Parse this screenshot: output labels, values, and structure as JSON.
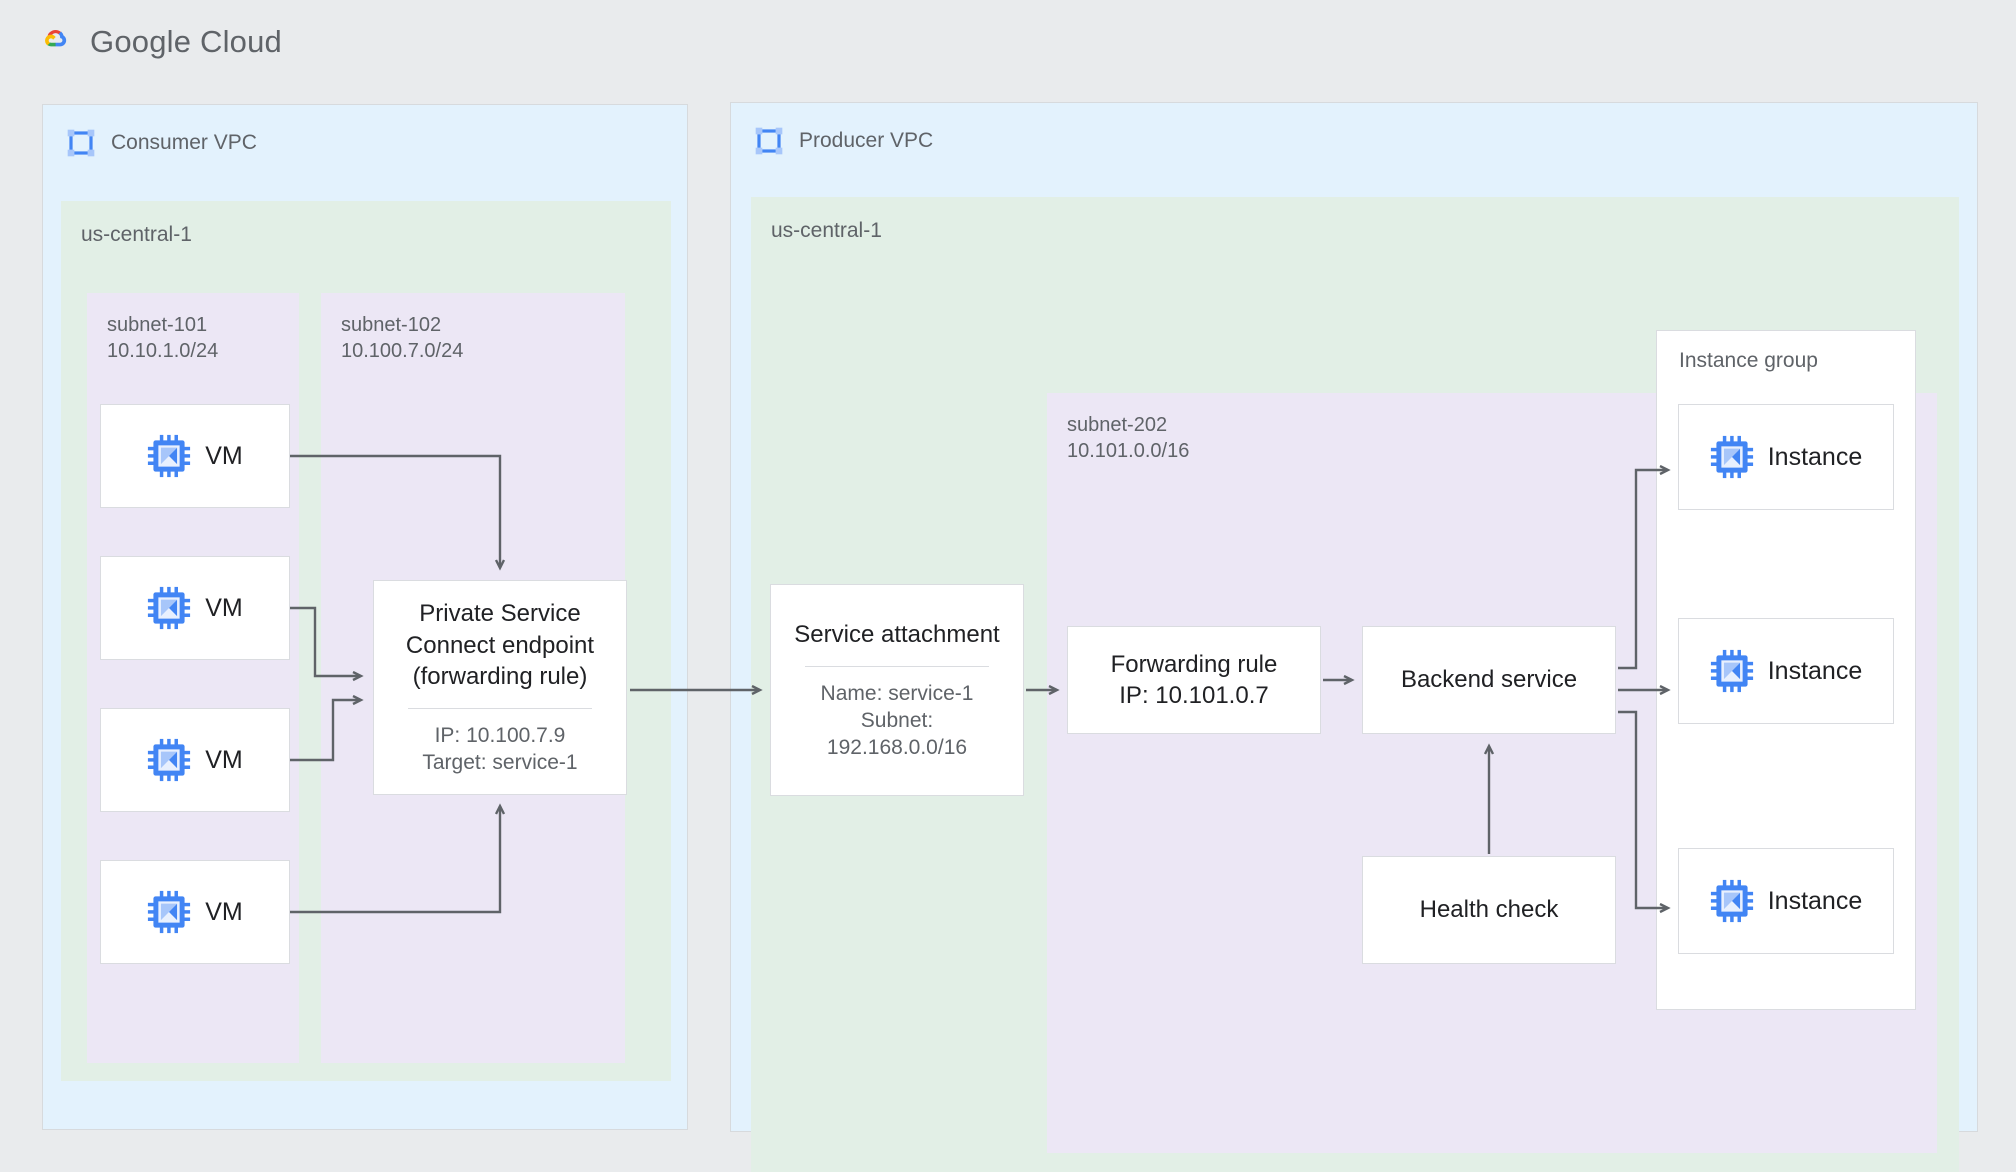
{
  "brand": {
    "wordmark": "Google Cloud",
    "logo_icon": "google-cloud-logo",
    "colors": {
      "red": "#ea4335",
      "yellow": "#fbbc04",
      "green": "#34a853",
      "blue": "#4285f4"
    }
  },
  "palette": {
    "page_background": "#e9ebed",
    "vpc_fill": "#e3f2fd",
    "region_fill": "#e2efe6",
    "subnet_fill": "#ece7f5",
    "node_fill": "#ffffff",
    "border": "#dadce0",
    "text_primary": "#202124",
    "text_secondary": "#5f6368",
    "connector": "#5f6368",
    "icon_blue": "#4285f4",
    "icon_blue_light": "#a7c6fa"
  },
  "consumer": {
    "vpc_label": "Consumer VPC",
    "vpc_icon": "vpc-network-icon",
    "region_label": "us-central-1",
    "subnets": [
      {
        "name": "subnet-101",
        "cidr": "10.10.1.0/24"
      },
      {
        "name": "subnet-102",
        "cidr": "10.100.7.0/24"
      }
    ],
    "vms": [
      {
        "label": "VM",
        "icon": "vm-chip-icon"
      },
      {
        "label": "VM",
        "icon": "vm-chip-icon"
      },
      {
        "label": "VM",
        "icon": "vm-chip-icon"
      },
      {
        "label": "VM",
        "icon": "vm-chip-icon"
      }
    ],
    "psc_endpoint": {
      "title": "Private Service\nConnect endpoint\n(forwarding rule)",
      "details": "IP: 10.100.7.9\nTarget: service-1"
    }
  },
  "producer": {
    "vpc_label": "Producer VPC",
    "vpc_icon": "vpc-network-icon",
    "region_label": "us-central-1",
    "subnet": {
      "name": "subnet-202",
      "cidr": "10.101.0.0/16"
    },
    "service_attachment": {
      "title": "Service attachment",
      "details": "Name: service-1\nSubnet:\n192.168.0.0/16"
    },
    "forwarding_rule": {
      "title": "Forwarding rule\nIP: 10.101.0.7"
    },
    "backend_service": {
      "title": "Backend service"
    },
    "health_check": {
      "title": "Health check"
    },
    "instance_group": {
      "label": "Instance group",
      "instances": [
        {
          "label": "Instance",
          "icon": "vm-chip-icon"
        },
        {
          "label": "Instance",
          "icon": "vm-chip-icon"
        },
        {
          "label": "Instance",
          "icon": "vm-chip-icon"
        }
      ]
    }
  },
  "connections": [
    {
      "from": "vm-1",
      "to": "psc-endpoint-top"
    },
    {
      "from": "vm-2",
      "to": "psc-endpoint-left"
    },
    {
      "from": "vm-3",
      "to": "psc-endpoint-left"
    },
    {
      "from": "vm-4",
      "to": "psc-endpoint-bottom"
    },
    {
      "from": "psc-endpoint",
      "to": "service-attachment"
    },
    {
      "from": "service-attachment",
      "to": "forwarding-rule"
    },
    {
      "from": "forwarding-rule",
      "to": "backend-service"
    },
    {
      "from": "backend-service",
      "to": "instance-1"
    },
    {
      "from": "backend-service",
      "to": "instance-2"
    },
    {
      "from": "backend-service",
      "to": "instance-3"
    },
    {
      "from": "health-check",
      "to": "backend-service"
    }
  ]
}
